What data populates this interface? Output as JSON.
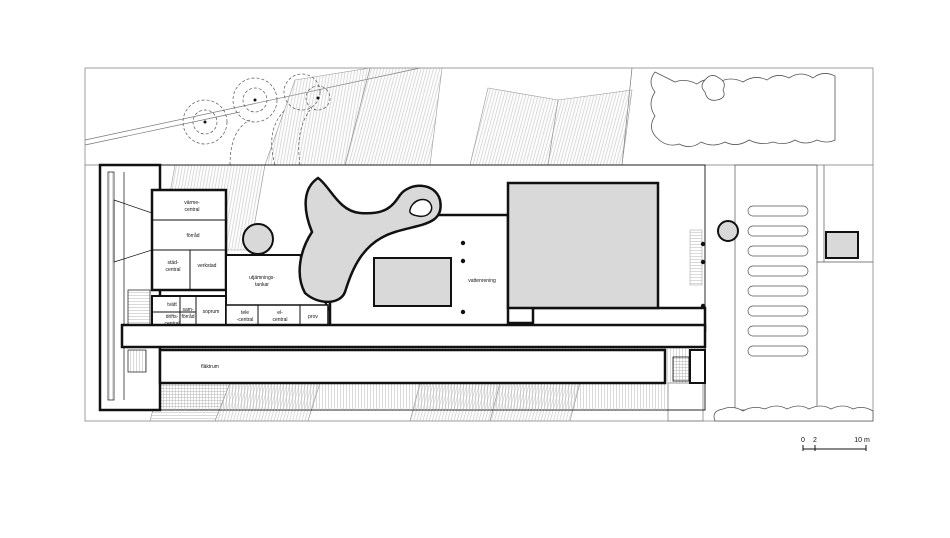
{
  "rooms": {
    "varmecentral": [
      "värme-",
      "central"
    ],
    "forrad": "förråd",
    "stadcentral": [
      "städ-",
      "central"
    ],
    "verkstad": "verkstad",
    "utjamningstankar": [
      "utjämnings-",
      "tankar"
    ],
    "vatterening": "vattenrening",
    "tvatt": "tvätt",
    "driftscentral": [
      "drifts-",
      "central"
    ],
    "samforrad": [
      "sam-",
      "förråd"
    ],
    "soprum": "soprum",
    "telecentral": [
      "tele",
      "-central"
    ],
    "elcentral": [
      "el-",
      "central"
    ],
    "prov": "prov",
    "flaktrum": "fläktrum"
  },
  "scale_bar": {
    "labels": [
      "0",
      "2",
      "10 m"
    ]
  },
  "colors": {
    "line": "#111111",
    "fill_grey": "#d9d9d9",
    "hatch": "#b5b5b5",
    "background": "#ffffff"
  }
}
